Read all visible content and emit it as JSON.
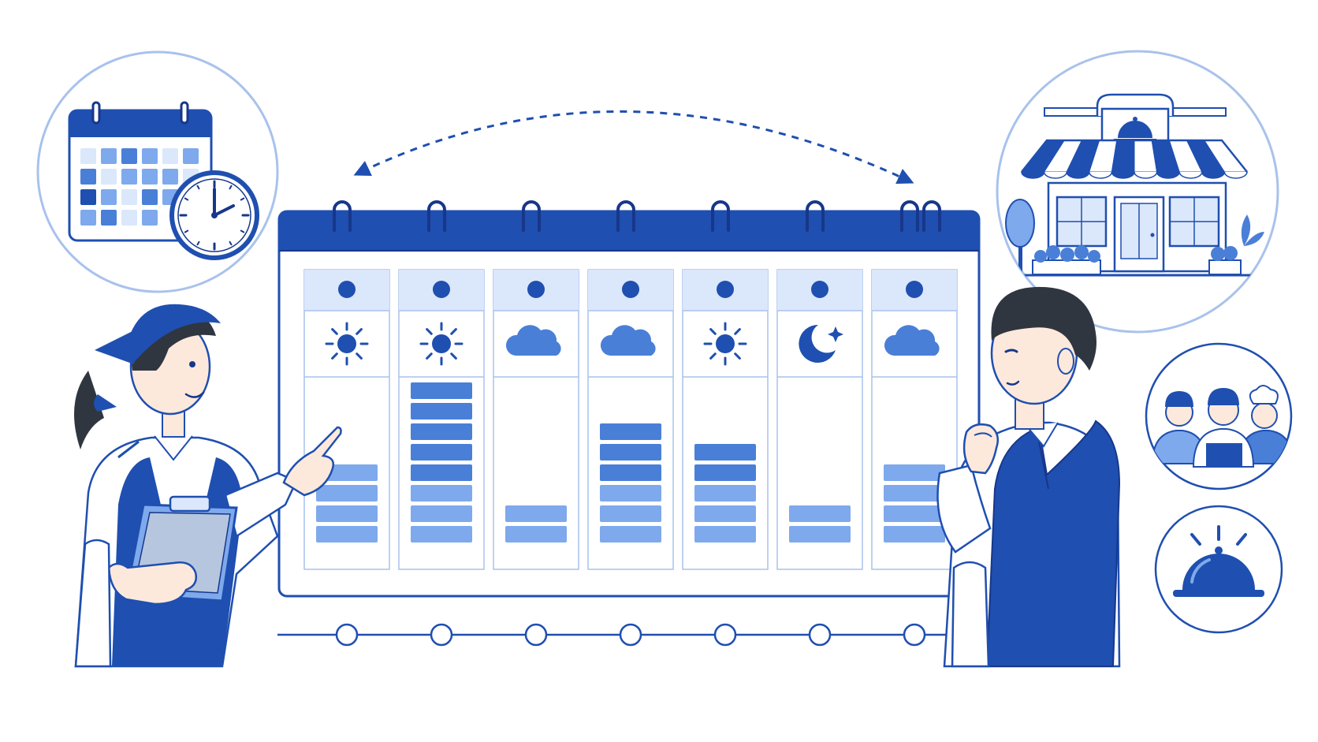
{
  "colors": {
    "primary": "#1f4fb0",
    "dark": "#17378a",
    "mid": "#4a7fd8",
    "light": "#7ea9ec",
    "pale": "#dbe7fb",
    "ring": "#a9c2ec",
    "skin": "#fde9dc",
    "hair": "#2f3640"
  },
  "schedule": {
    "day_count": 7,
    "weather": [
      "sun",
      "sun",
      "cloud",
      "cloud",
      "sun",
      "moon",
      "cloud"
    ],
    "staffing": [
      {
        "dark": 0,
        "light": 4
      },
      {
        "dark": 5,
        "light": 3
      },
      {
        "dark": 0,
        "light": 2
      },
      {
        "dark": 3,
        "light": 3
      },
      {
        "dark": 2,
        "light": 3
      },
      {
        "dark": 0,
        "light": 2
      },
      {
        "dark": 0,
        "light": 4
      }
    ]
  },
  "timeline": {
    "node_count": 7
  },
  "icons": {
    "calendar": "calendar-icon",
    "clock": "clock-icon",
    "storefront": "storefront-icon",
    "staff_team": "staff-team-icon",
    "service_bell": "service-bell-icon",
    "sync_arrow": "bidirectional-arrow-icon"
  }
}
